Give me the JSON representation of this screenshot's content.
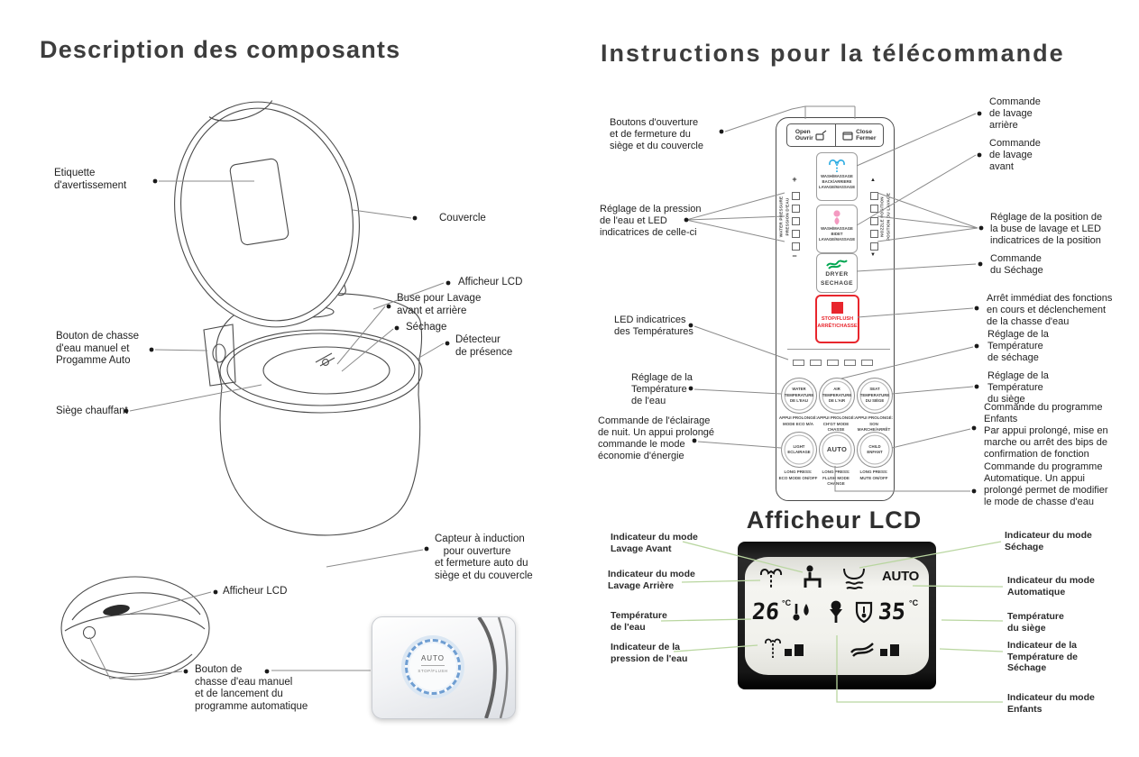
{
  "colors": {
    "blue": "#29abe2",
    "pink": "#f49ac1",
    "green": "#00a651",
    "red": "#e8262d",
    "leader_gray": "#8b8b8b",
    "leader_green": "#b9d6a0"
  },
  "left": {
    "title": "Description des composants",
    "callouts": {
      "warning": "Etiquette\nd'avertissement",
      "cover": "Couvercle",
      "lcd_top": "Afficheur LCD",
      "nozzle": "Buse pour Lavage\navant et arrière",
      "dryer": "Séchage",
      "presence": "Détecteur\nde présence",
      "flush_button": "Bouton de chasse\nd'eau manuel et\nProgamme Auto",
      "heated_seat": "Siège chauffant",
      "induction": "Capteur à induction\n   pour ouverture\net fermeture auto du\nsiège et du couvercle",
      "lcd_bottom": "Afficheur LCD",
      "auto_button": "Bouton de\nchasse d'eau manuel\net de lancement du\nprogramme automatique"
    },
    "inset_button": {
      "auto": "AUTO",
      "stop": "STOP/FLUSH"
    }
  },
  "right": {
    "title": "Instructions pour la télécommande",
    "remote": {
      "open": "Open\nOuvrir",
      "close": "Close\nFermer",
      "wash_back": "WASH/MASSAGE\nBACK/ARRIERE\nLAVAGE/MASSAGE",
      "wash_front": "WASH/MASSAGE\nBIDET\nLAVAGE/MASSAGE",
      "dryer": "DRYER\nSECHAGE",
      "stop": "STOP/FLUSH\nARRÊT/CHASSE",
      "plus": "+",
      "minus": "−",
      "up": "▲",
      "down": "▼",
      "water_pressure_label": "WATER PRESSURE\nPRESSION D'EAU",
      "nozzle_position_label": "NOZZLE POSITION\nPOSITION DU LAVAGE",
      "water_temp": "WATER\nTEMPERATURE\nDE L'EAU",
      "air_temp": "AIR\nTEMPERATURE\nDE L'AIR",
      "seat_temp": "SEAT\nTEMPERATURE\nDU SIÈGE",
      "hint_light_top": "APPUI PROLONGÉ:\nMODE ECO M/A",
      "hint_auto_top": "APPUI PROLONGÉ:\nCH'GT MODE CHASSE",
      "hint_child_top": "APPUI PROLONGÉ:\nSON MARCHE/ARRÊT",
      "light": "LIGHT\nECLAIRAGE",
      "auto": "AUTO",
      "child": "CHILD\nENFANT",
      "hint_light_bottom": "LONG PRESS:\nECO MODE ON/OFF",
      "hint_auto_bottom": "LONG PRESS:\nFLUSH MODE CHANGE",
      "hint_child_bottom": "LONG PRESS:\nMUTE ON/OFF"
    },
    "callouts_left": [
      "Boutons d'ouverture\net de fermeture du\nsiège et du  couvercle",
      "Réglage de la pression\nde l'eau et LED\nindicatrices de celle-ci",
      "LED indicatrices\ndes Températures",
      "Réglage de la\nTempérature\nde l'eau",
      "Commande de l'éclairage\nde nuit. Un appui prolongé\ncommande le mode\néconomie d'énergie"
    ],
    "callouts_right": [
      "Commande\nde lavage\narrière",
      "Commande\nde lavage\navant",
      "Réglage de la position de\nla buse de lavage et LED\nindicatrices de la position",
      "Commande\ndu Séchage",
      "Arrêt immédiat des fonctions\nen cours et déclenchement\nde la chasse d'eau",
      "Réglage de la\nTempérature\nde séchage",
      "Réglage de la\nTempérature\ndu siège",
      "Commande du programme\nEnfants\nPar appui prolongé, mise en\nmarche ou arrêt des bips de\nconfirmation de fonction",
      "Commande du programme\nAutomatique. Un appui\nprolongé permet de modifier\nle mode de chasse d'eau"
    ]
  },
  "lcd": {
    "title": "Afficheur LCD",
    "display": {
      "auto": "AUTO",
      "water_temp": "26",
      "seat_temp": "35",
      "unit": "°C"
    },
    "callouts_left": [
      "Indicateur du mode\nLavage Avant",
      "Indicateur du mode\nLavage Arrière",
      "Température\nde l'eau",
      "Indicateur de la\npression de l'eau"
    ],
    "callouts_right": [
      "Indicateur du mode\nSéchage",
      "Indicateur du mode\nAutomatique",
      "Température\ndu siège",
      "Indicateur de la\nTempérature de\nSéchage",
      "Indicateur du mode\nEnfants"
    ]
  }
}
